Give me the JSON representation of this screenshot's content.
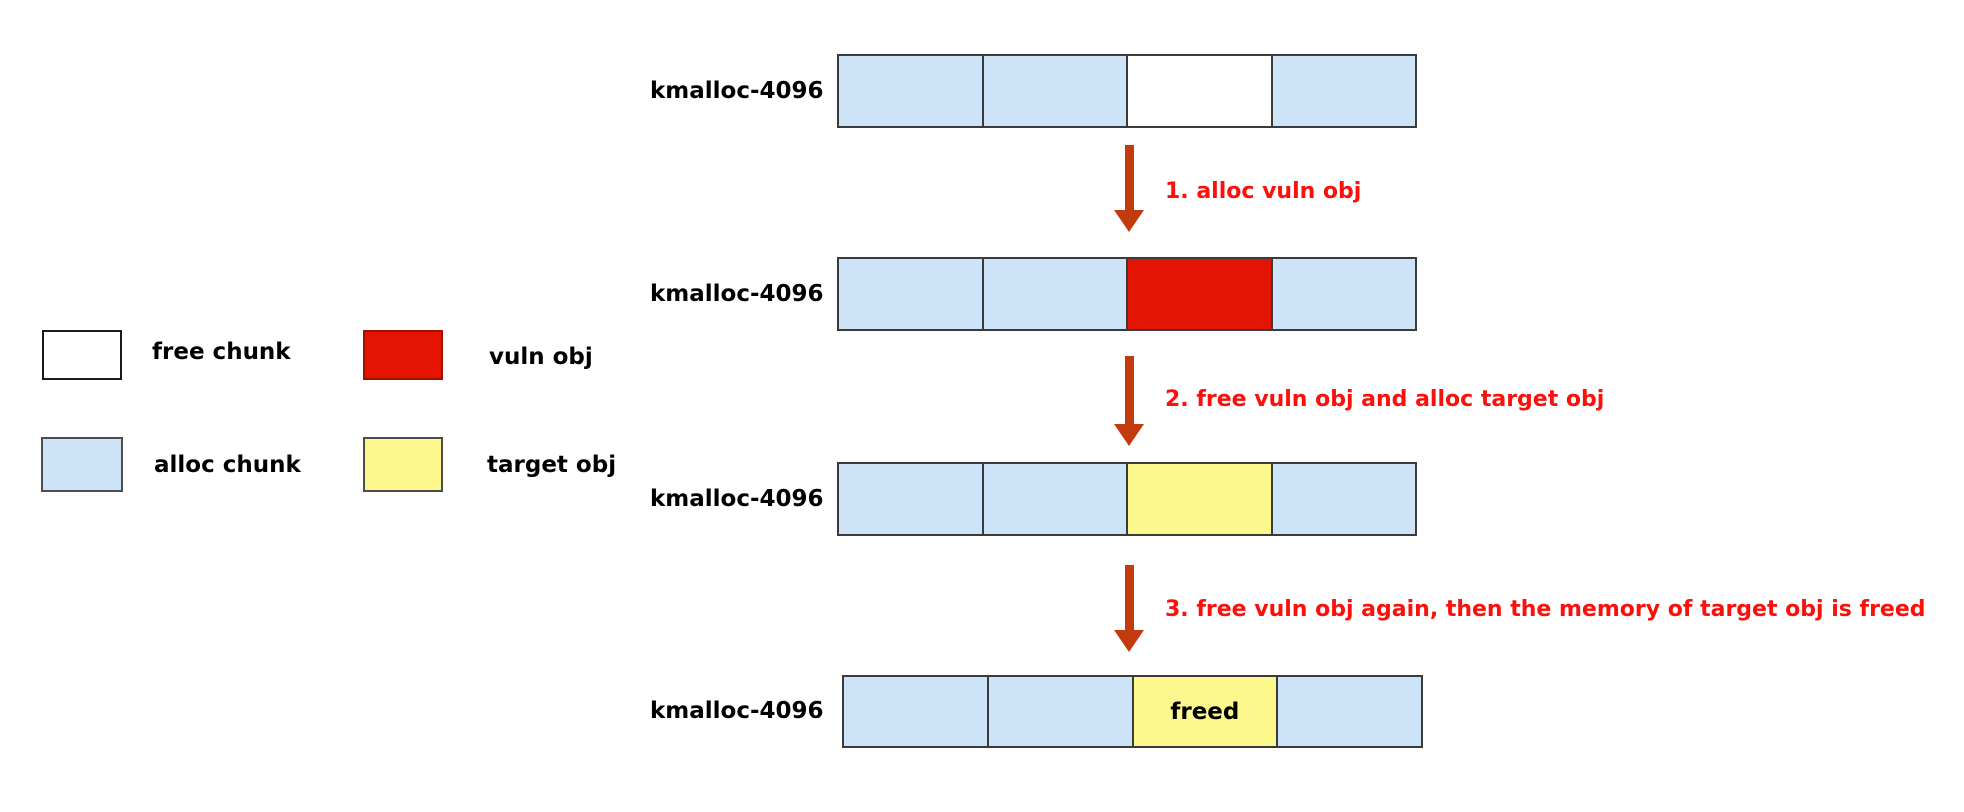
{
  "legend": {
    "free_chunk_label": "free chunk",
    "vuln_obj_label": "vuln obj",
    "alloc_chunk_label": "alloc chunk",
    "target_obj_label": "target obj"
  },
  "rows": [
    {
      "label": "kmalloc-4096",
      "cells": [
        "alloc",
        "alloc",
        "free",
        "alloc"
      ]
    },
    {
      "label": "kmalloc-4096",
      "cells": [
        "alloc",
        "alloc",
        "vuln",
        "alloc"
      ]
    },
    {
      "label": "kmalloc-4096",
      "cells": [
        "alloc",
        "alloc",
        "target",
        "alloc"
      ]
    },
    {
      "label": "kmalloc-4096",
      "cells": [
        "alloc",
        "alloc",
        "target",
        "alloc"
      ],
      "cell_text": "freed"
    }
  ],
  "steps": [
    {
      "label": "1. alloc vuln obj"
    },
    {
      "label": "2. free vuln obj and alloc target obj"
    },
    {
      "label": "3. free vuln obj again, then the memory of target obj is freed"
    }
  ],
  "colors": {
    "alloc_chunk": "#cde4f8",
    "free_chunk": "#ffffff",
    "vuln_obj": "#e41405",
    "target_obj": "#fcf88d",
    "arrow": "#c23a0e",
    "step_text": "#fb100c",
    "border": "#3b3b3b"
  }
}
